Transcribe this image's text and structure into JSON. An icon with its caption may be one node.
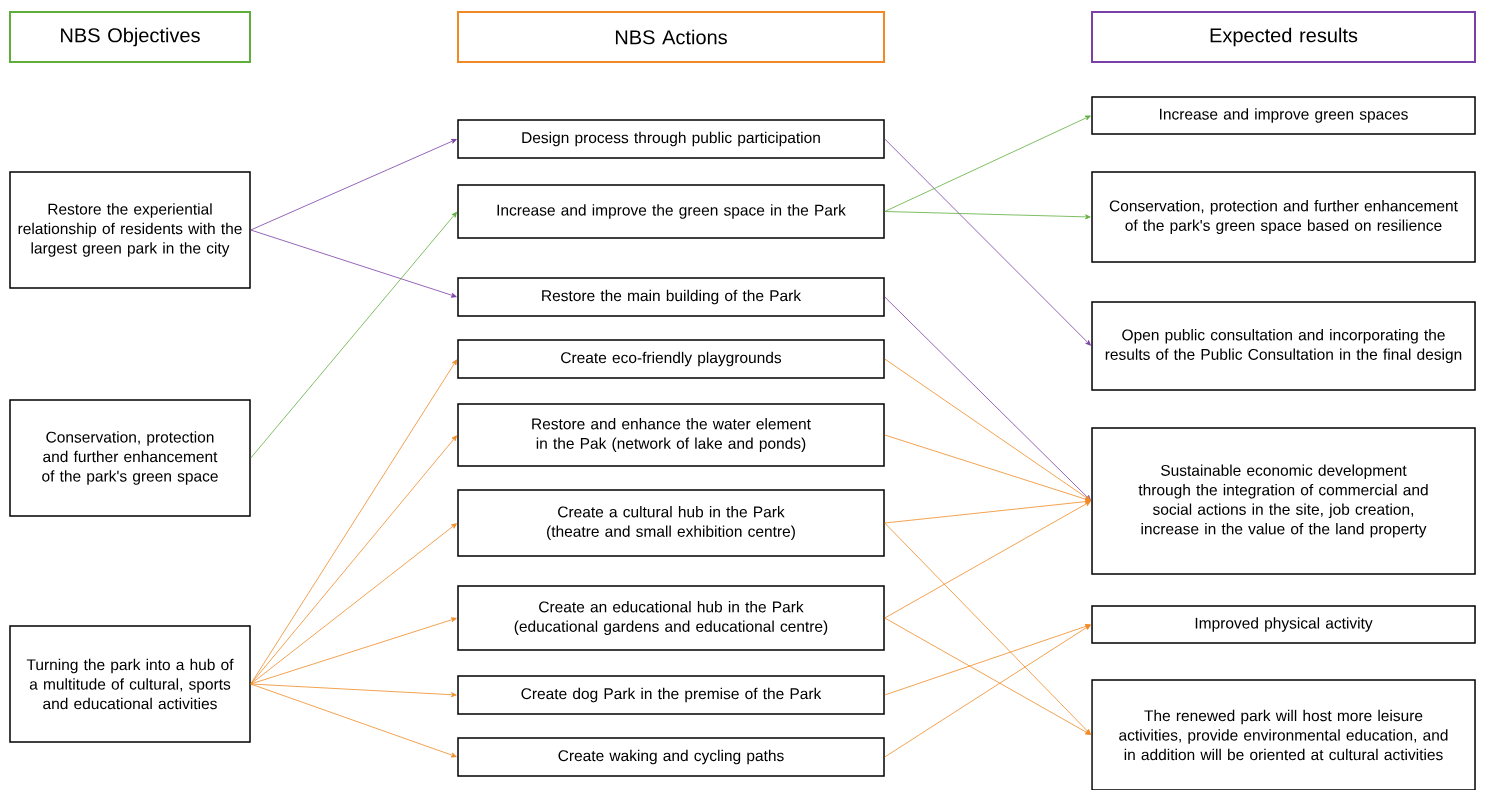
{
  "diagram": {
    "nodes": [
      {
        "text": [
          "NBS Objectives"
        ]
      },
      {
        "text": [
          "NBS Actions"
        ]
      },
      {
        "text": [
          "Expected results"
        ]
      },
      {
        "text": [
          "Restore the experiential relationship of residents with the largest green park in the city"
        ]
      },
      {
        "text": [
          "Conservation, protection and further enhancement of the park's green space"
        ]
      },
      {
        "text": [
          "Turning the park into a hub of a multitude of cultural, sports and educational activities"
        ]
      },
      {
        "text": [
          "Design process through public participation"
        ]
      },
      {
        "text": [
          "Increase and improve the green space in the Park"
        ]
      },
      {
        "text": [
          "Restore the main building of the Park"
        ]
      },
      {
        "text": [
          "Create eco-friendly playgrounds"
        ]
      },
      {
        "text": [
          "Restore and enhance the water element in the Pak (network of lake and ponds)"
        ]
      },
      {
        "text": [
          "Create a cultural hub in the Park (theatre and small exhibition centre)"
        ]
      },
      {
        "text": [
          "Create an educational hub in the Park (educational gardens and educational centre)"
        ]
      },
      {
        "text": [
          "Create dog Park in the premise of the Park"
        ]
      },
      {
        "text": [
          "Create waking and cycling paths"
        ]
      },
      {
        "text": [
          "Increase and improve green spaces"
        ]
      },
      {
        "text": [
          "Conservation, protection and further enhancement of the park's green space based on resilience"
        ]
      },
      {
        "text": [
          "Open public consultation and incorporating the results of the Public Consultation in the final design"
        ]
      },
      {
        "text": [
          "Sustainable economic development through the integration of commercial and social actions in the site, job creation, increase in the value of the land property"
        ]
      },
      {
        "text": [
          "Improved physical activity"
        ]
      },
      {
        "text": [
          "The renewed park will host more leisure activities, provide environmental education, and in addition will be oriented at cultural activities"
        ]
      }
    ],
    "edges": [
      {
        "from": 3,
        "to": 6,
        "arrow": "to",
        "color": "#7b3fa8"
      },
      {
        "from": 3,
        "to": 8,
        "arrow": "to",
        "color": "#7b3fa8"
      },
      {
        "from": 4,
        "to": 7,
        "arrow": "to",
        "color": "#5fae3c"
      },
      {
        "from": 5,
        "to": 9,
        "arrow": "to"
      },
      {
        "from": 5,
        "to": 10,
        "arrow": "to"
      },
      {
        "from": 5,
        "to": 11,
        "arrow": "to"
      },
      {
        "from": 5,
        "to": 12,
        "arrow": "to"
      },
      {
        "from": 5,
        "to": 13,
        "arrow": "to"
      },
      {
        "from": 5,
        "to": 14,
        "arrow": "to"
      },
      {
        "from": 6,
        "to": 17,
        "arrow": "to",
        "color": "#7b3fa8"
      },
      {
        "from": 7,
        "to": 15,
        "arrow": "to",
        "color": "#5fae3c"
      },
      {
        "from": 7,
        "to": 16,
        "arrow": "to",
        "color": "#5fae3c"
      },
      {
        "from": 8,
        "to": 18,
        "arrow": "to",
        "color": "#7b3fa8"
      },
      {
        "from": 9,
        "to": 18,
        "arrow": "to"
      },
      {
        "from": 10,
        "to": 18,
        "arrow": "to"
      },
      {
        "from": 11,
        "to": 18,
        "arrow": "to"
      },
      {
        "from": 11,
        "to": 20,
        "arrow": "to"
      },
      {
        "from": 12,
        "to": 18,
        "arrow": "to"
      },
      {
        "from": 12,
        "to": 20,
        "arrow": "to"
      },
      {
        "from": 13,
        "to": 19,
        "arrow": "to"
      },
      {
        "from": 14,
        "to": 19,
        "arrow": "to"
      }
    ]
  }
}
